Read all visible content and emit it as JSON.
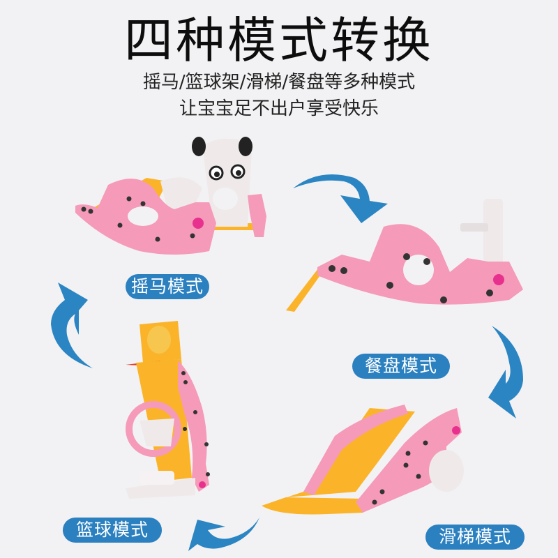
{
  "header": {
    "title": "四种模式转换",
    "subtitle_line1": "摇马/篮球架/滑梯/餐盘等多种模式",
    "subtitle_line2": "让宝宝足不出户享受快乐"
  },
  "modes": [
    {
      "label": "摇马模式",
      "product": "rocking-horse"
    },
    {
      "label": "餐盘模式",
      "product": "dining-tray"
    },
    {
      "label": "滑梯模式",
      "product": "slide"
    },
    {
      "label": "篮球模式",
      "product": "basketball-hoop"
    }
  ],
  "colors": {
    "background": "#f2f2f4",
    "badge_blue": "#2b80c0",
    "arrow_blue": "#2b85c2",
    "product_pink": "#f59ab8",
    "product_yellow": "#fbb42a",
    "product_white": "#efe9ea",
    "knob_magenta": "#e8318f"
  }
}
